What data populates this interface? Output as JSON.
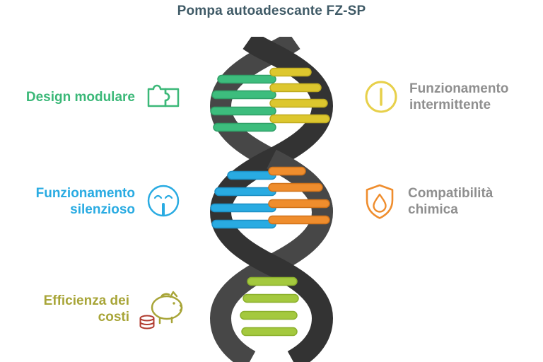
{
  "title": {
    "text": "Pompa autoadescante FZ-SP",
    "color": "#3f5a66"
  },
  "features": {
    "left": [
      {
        "label": "Design modulare",
        "icon": "puzzle-icon",
        "color": "#3bb878"
      },
      {
        "label": "Funzionamento silenzioso",
        "icon": "quiet-face-icon",
        "color": "#29abe2"
      },
      {
        "label": "Efficienza dei costi",
        "icon": "piggy-bank-coins-icon",
        "color": "#a8a538",
        "coin_color": "#b03a2e"
      }
    ],
    "right": [
      {
        "label": "Funzionamento intermittente",
        "icon": "intermittent-circle-icon",
        "icon_color": "#e7d04a",
        "color": "#8f8f8f"
      },
      {
        "label": "Compatibilità chimica",
        "icon": "chemical-shield-droplet-icon",
        "icon_color": "#ef8d2d",
        "color": "#8f8f8f"
      }
    ]
  },
  "helix": {
    "strand_color": "#3a3a3a",
    "rung_groups": [
      {
        "position": "top-left",
        "color": "#3dbd7d",
        "count": 4
      },
      {
        "position": "top-right",
        "color": "#ddc72e",
        "count": 4
      },
      {
        "position": "middle-left",
        "color": "#29abe2",
        "count": 4
      },
      {
        "position": "middle-right",
        "color": "#ef8d2d",
        "count": 4
      },
      {
        "position": "bottom-center",
        "color": "#a4c93e",
        "count": 4
      }
    ]
  }
}
